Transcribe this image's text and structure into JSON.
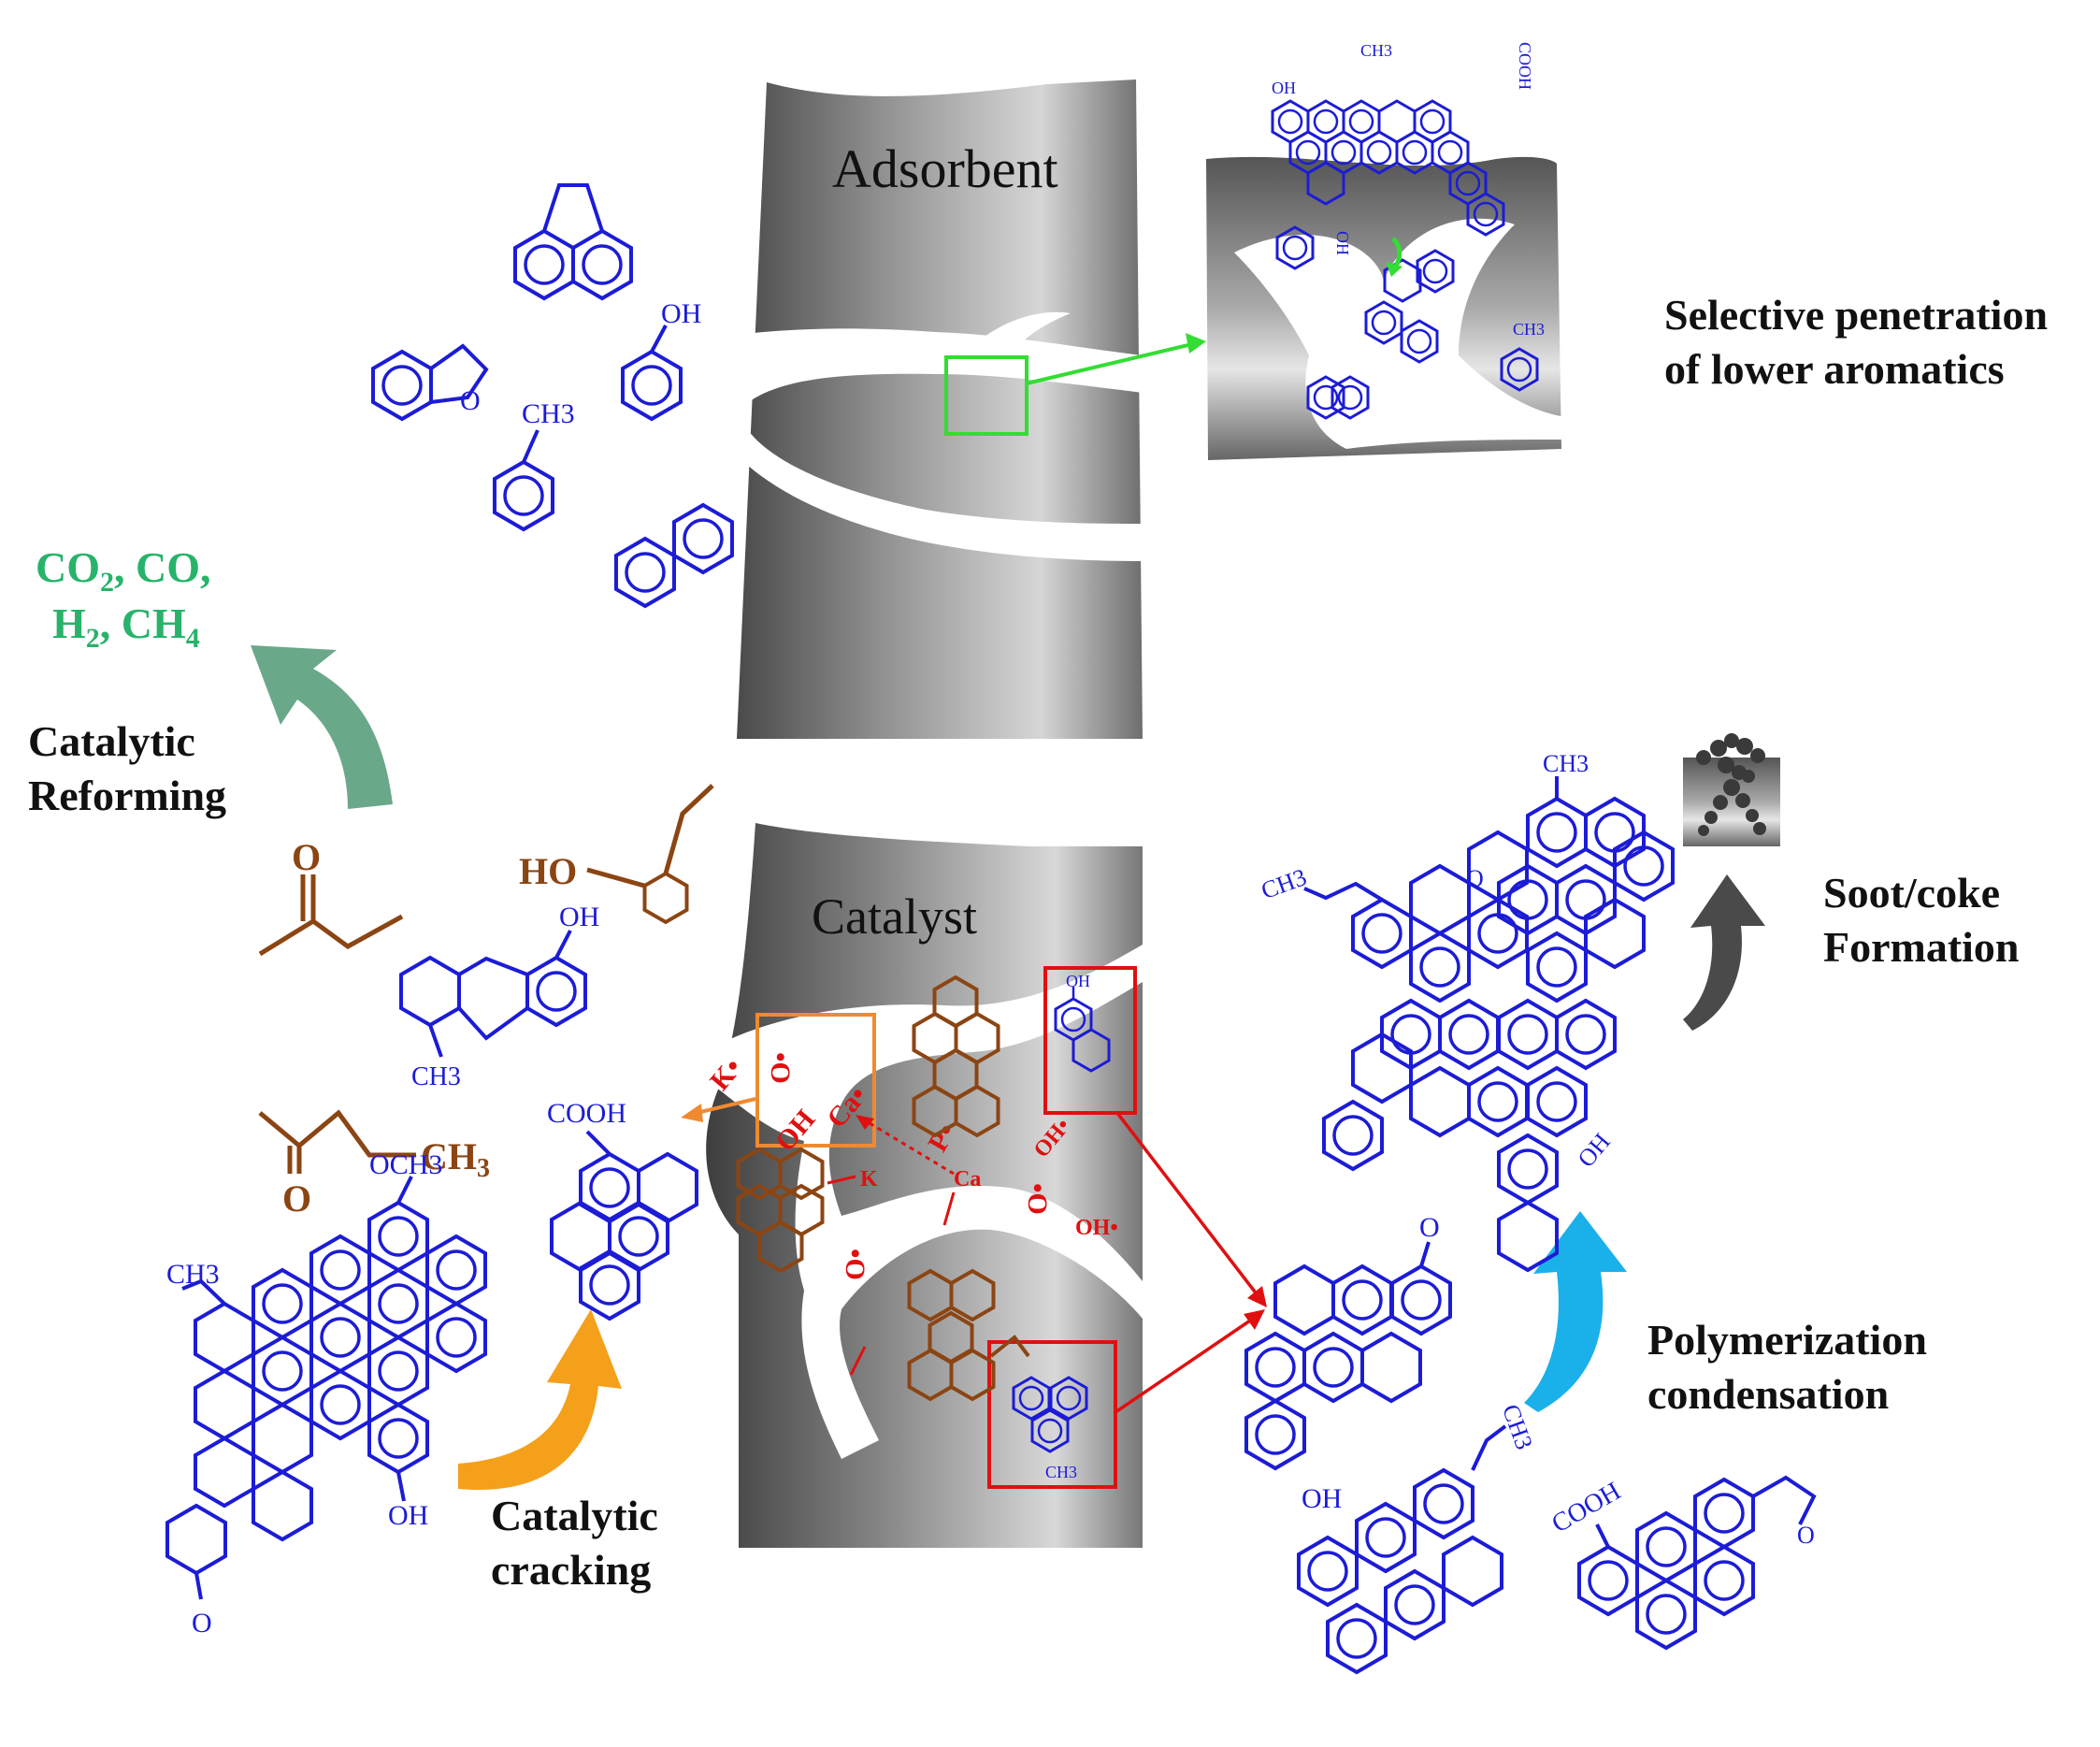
{
  "labels": {
    "adsorbent": "Adsorbent",
    "catalyst": "Catalyst",
    "selective_line1": "Selective penetration",
    "selective_line2": "of lower aromatics",
    "reforming_line1": "Catalytic",
    "reforming_line2": "Reforming",
    "cracking_line1": "Catalytic",
    "cracking_line2": "cracking",
    "polymerization_line1": "Polymerization",
    "polymerization_line2": "condensation",
    "soot_line1": "Soot/coke",
    "soot_line2": "Formation"
  },
  "gas_products": {
    "co2": "CO",
    "co2_sub": "2",
    "co": ", CO,",
    "h2": "H",
    "h2_sub": "2",
    "ch4": ", CH",
    "ch4_sub": "4"
  },
  "groups": {
    "oh": "OH",
    "ho": "HO",
    "ch3": "CH3",
    "ch3_main": "CH",
    "ch3_sub": "3",
    "cooh": "COOH",
    "och3": "OCH3",
    "o": "O"
  },
  "radicals": {
    "k": "K•",
    "o": "•O",
    "oh": "OH",
    "ca": "Ca•",
    "p": "P•",
    "oh_rad": "OH•",
    "ca_plain": "Ca",
    "k_plain": "K",
    "o_plain": "O"
  },
  "colors": {
    "aromatic": "#1c1cd6",
    "aliphatic": "#8b4513",
    "radical": "#e01010",
    "gas": "#27b36a",
    "green_arrow": "#6aa88a",
    "orange_arrow": "#f5a01a",
    "cyan_arrow": "#1ab0ea",
    "dark_arrow": "#4a4a4a",
    "zoom_box": "#33dd33"
  }
}
